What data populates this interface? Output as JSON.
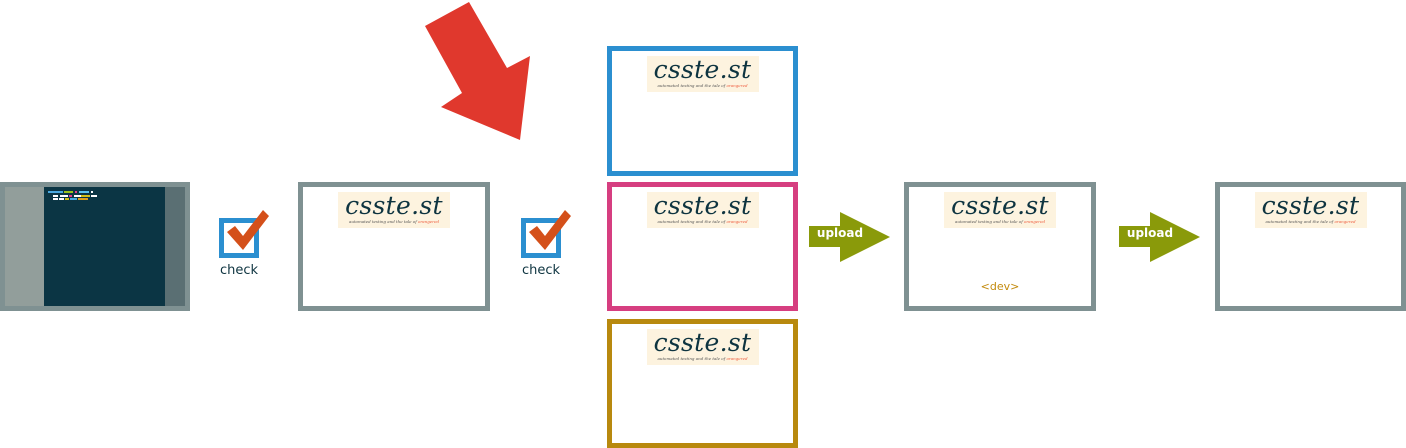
{
  "diagram": {
    "logo": {
      "title": "csste.st",
      "tagline_prefix": "automated testing and the tale of ",
      "tagline_accent": "orangered"
    },
    "steps": [
      {
        "id": "editor",
        "type": "code-editor"
      },
      {
        "id": "check-1",
        "type": "checkmark",
        "label": "check"
      },
      {
        "id": "site-local",
        "type": "site-preview"
      },
      {
        "id": "check-2",
        "type": "checkmark",
        "label": "check"
      },
      {
        "id": "site-variants",
        "type": "site-preview-stack",
        "variants": [
          "blue",
          "pink",
          "gold"
        ]
      },
      {
        "id": "upload-1",
        "type": "arrow",
        "label": "upload"
      },
      {
        "id": "site-dev",
        "type": "site-preview",
        "label": "<dev>"
      },
      {
        "id": "upload-2",
        "type": "arrow",
        "label": "upload"
      },
      {
        "id": "site-prod",
        "type": "site-preview"
      }
    ],
    "colors": {
      "frame_gray": "#7f9192",
      "frame_blue": "#2b8fd0",
      "frame_pink": "#d63e80",
      "frame_gold": "#b8890e",
      "pointer_red": "#e0382d",
      "upload_green": "#8a9a0a",
      "check_orange": "#d4501a",
      "editor_bg": "#0b3544"
    }
  }
}
